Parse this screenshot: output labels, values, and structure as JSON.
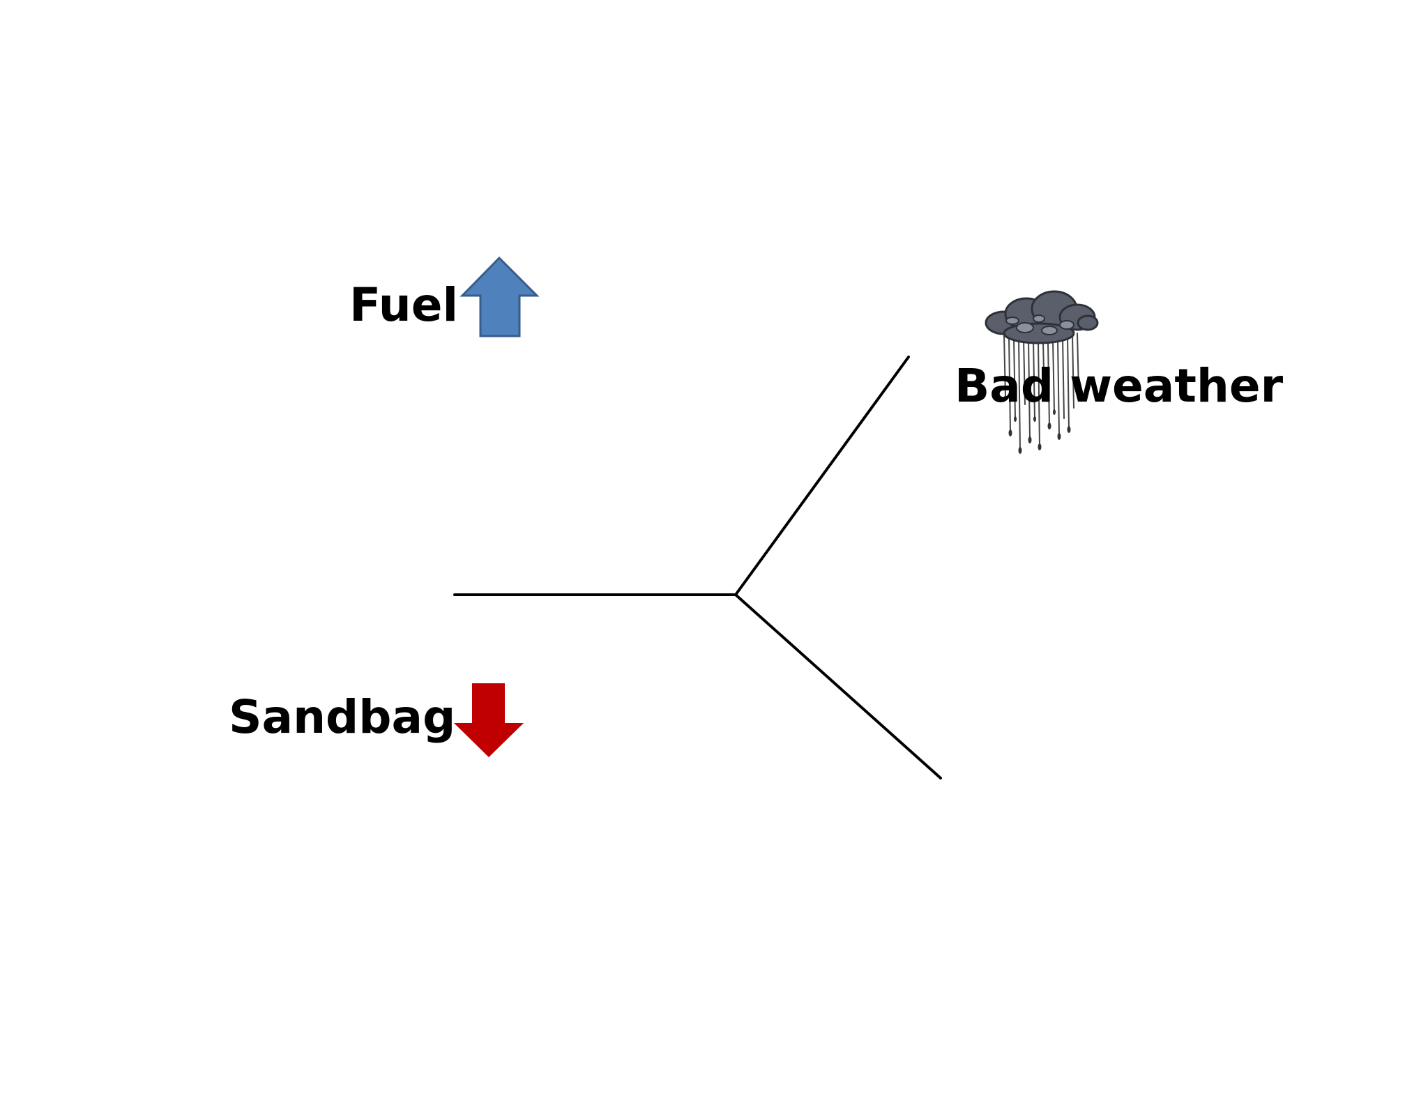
{
  "labels": {
    "fuel": "Fuel",
    "sandbag": "Sandbag",
    "bad_weather": "Bad weather"
  },
  "icons": {
    "fuel_arrow": {
      "name": "arrow-up-icon",
      "color": "#4F81BD",
      "stroke": "#385D8A"
    },
    "sandbag_arrow": {
      "name": "arrow-down-icon",
      "color": "#C00000"
    },
    "weather": {
      "name": "rain-cloud-icon",
      "color": "#5A5F6B"
    }
  },
  "lines": {
    "color": "#000000"
  }
}
